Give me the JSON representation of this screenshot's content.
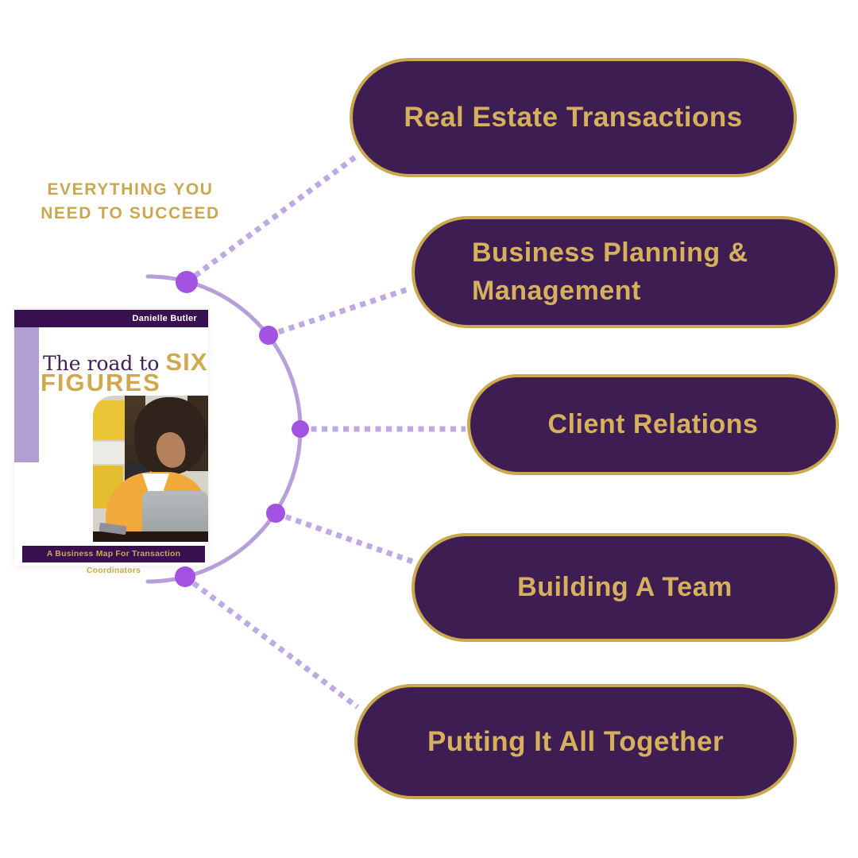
{
  "heading": {
    "line1": "EVERYTHING YOU",
    "line2": "NEED TO SUCCEED"
  },
  "book": {
    "author": "Danielle Butler",
    "title_prefix": "The road to ",
    "title_word1": "SIX",
    "title_word2": "FIGURES",
    "tagline": "A Business Map For Transaction Coordinators"
  },
  "nodes": [
    {
      "label": "Real Estate Transactions"
    },
    {
      "label": "Business Planning & Management"
    },
    {
      "label": "Client Relations"
    },
    {
      "label": "Building A Team"
    },
    {
      "label": "Putting It All Together"
    }
  ],
  "colors": {
    "pill_fill": "#3E1E52",
    "pill_border": "#C9A84E",
    "gold_text": "#D6B05C",
    "heading_gold": "#C9A852",
    "arc": "#B79FDC",
    "dot": "#A452E2",
    "dotted_line": "#BFA9E2",
    "book_purple": "#3A1150",
    "stripe_lavender": "#B39ED2",
    "title_purple": "#3F2155"
  }
}
